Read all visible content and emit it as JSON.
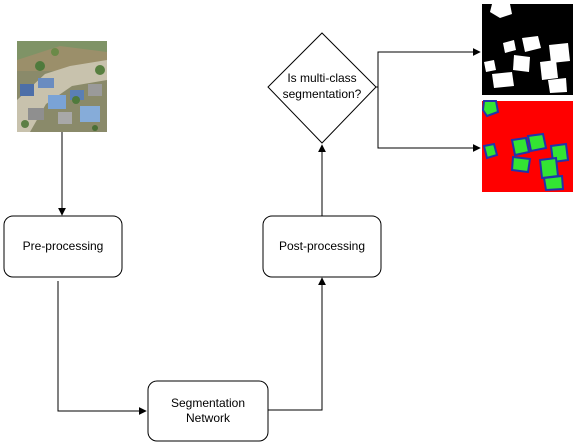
{
  "nodes": {
    "preprocessing": {
      "label": "Pre-processing"
    },
    "segmentation_network": {
      "label_line1": "Segmentation",
      "label_line2": "Network"
    },
    "postprocessing": {
      "label": "Post-processing"
    },
    "decision": {
      "label_line1": "Is multi-class",
      "label_line2": "segmentation?"
    }
  },
  "images": {
    "input": {
      "icon": "aerial-photo"
    },
    "binary_output": {
      "icon": "binary-mask",
      "colors": {
        "background": "#000000",
        "foreground": "#ffffff"
      }
    },
    "multiclass_output": {
      "icon": "multiclass-mask",
      "colors": {
        "background": "#ff0000",
        "region": "#33e533",
        "border": "#2233aa"
      }
    }
  },
  "colors": {
    "stroke": "#000000",
    "fill": "#ffffff"
  }
}
